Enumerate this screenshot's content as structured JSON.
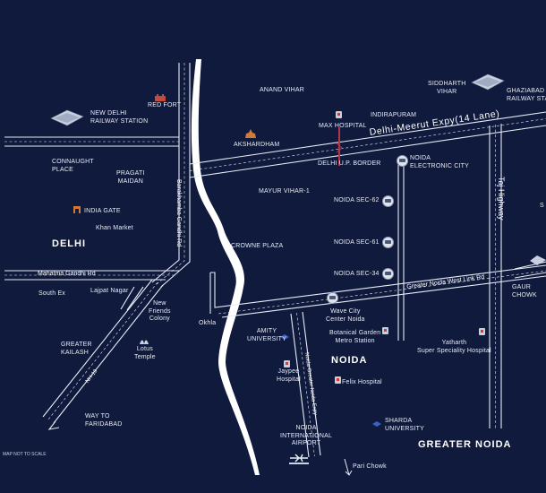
{
  "map": {
    "colors": {
      "background": "#0f1a3c",
      "road": "#e8ecf6",
      "text": "#ffffff"
    },
    "regions": {
      "delhi": "DELHI",
      "noida": "NOIDA",
      "greater_noida": "GREATER NOIDA"
    },
    "places": {
      "anand_vihar": "ANAND VIHAR",
      "siddharth_vihar": "SIDDHARTH\nVIHAR",
      "ghaziabad_station": "GHAZIABAD\nRAILWAY STATION",
      "red_fort": "RED FORT",
      "new_delhi_station": "NEW DELHI\nRAILWAY STATION",
      "indirapuram": "INDIRAPURAM",
      "max_hospital": "MAX HOSPITAL",
      "akshardham": "AKSHARDHAM",
      "delhi_up_border": "DELHI U.P. BORDER",
      "connaught_place": "CONNAUGHT\nPLACE",
      "pragati_maidan": "PRAGATI\nMAIDAN",
      "noida_electronic_city": "NOIDA\nELECTRONIC CITY",
      "mayur_vihar": "MAYUR VIHAR-1",
      "india_gate": "INDIA GATE",
      "noida_sec_62": "NOIDA SEC-62",
      "khan_market": "Khan Market",
      "noida_sec_61": "NOIDA SEC-61",
      "crowne_plaza": "CROWNE PLAZA",
      "noida_sec_34": "NOIDA SEC-34",
      "south_ex": "South Ex",
      "lajpat_nagar": "Lajpat Nagar",
      "new_friends_colony": "New\nFriends\nColony",
      "wave_city": "Wave City\nCenter Noida",
      "gaur_chowk": "GAUR\nCHOWK",
      "okhla": "Okhla",
      "amity": "AMITY\nUNIVERSITY",
      "botanical_garden": "Botanical Garden\nMetro Station",
      "greater_kailash": "GREATER\nKAILASH",
      "lotus_temple": "Lotus\nTemple",
      "yatharth": "Yatharth\nSuper Speciality Hospital",
      "jaypee": "Jaypee\nHospital",
      "felix": "Felix Hospital",
      "way_to_faridabad": "WAY TO\nFARIDABAD",
      "noida_airport": "NOIDA\nINTERNATIONAL\nAIRPORT",
      "sharda": "SHARDA\nUNIVERSITY",
      "pari_chowk": "Pari Chowk",
      "edge_s": "S"
    },
    "roads": {
      "delhi_meerut_expy": "Delhi-Meerut Expy(14 Lane)",
      "barakhamba": "Barakhamba Gandhi Rd",
      "mahatma_gandhi_rd": "Mahatma Gandhi Rd",
      "greater_noida_west_link": "Greater Noida West Link Rd",
      "taj_highway": "Taj Highway",
      "noida_greater_noida_expy": "Noida-Greater Noida Expy",
      "nh19": "NH-19"
    },
    "note": "MAP NOT TO SCALE"
  }
}
